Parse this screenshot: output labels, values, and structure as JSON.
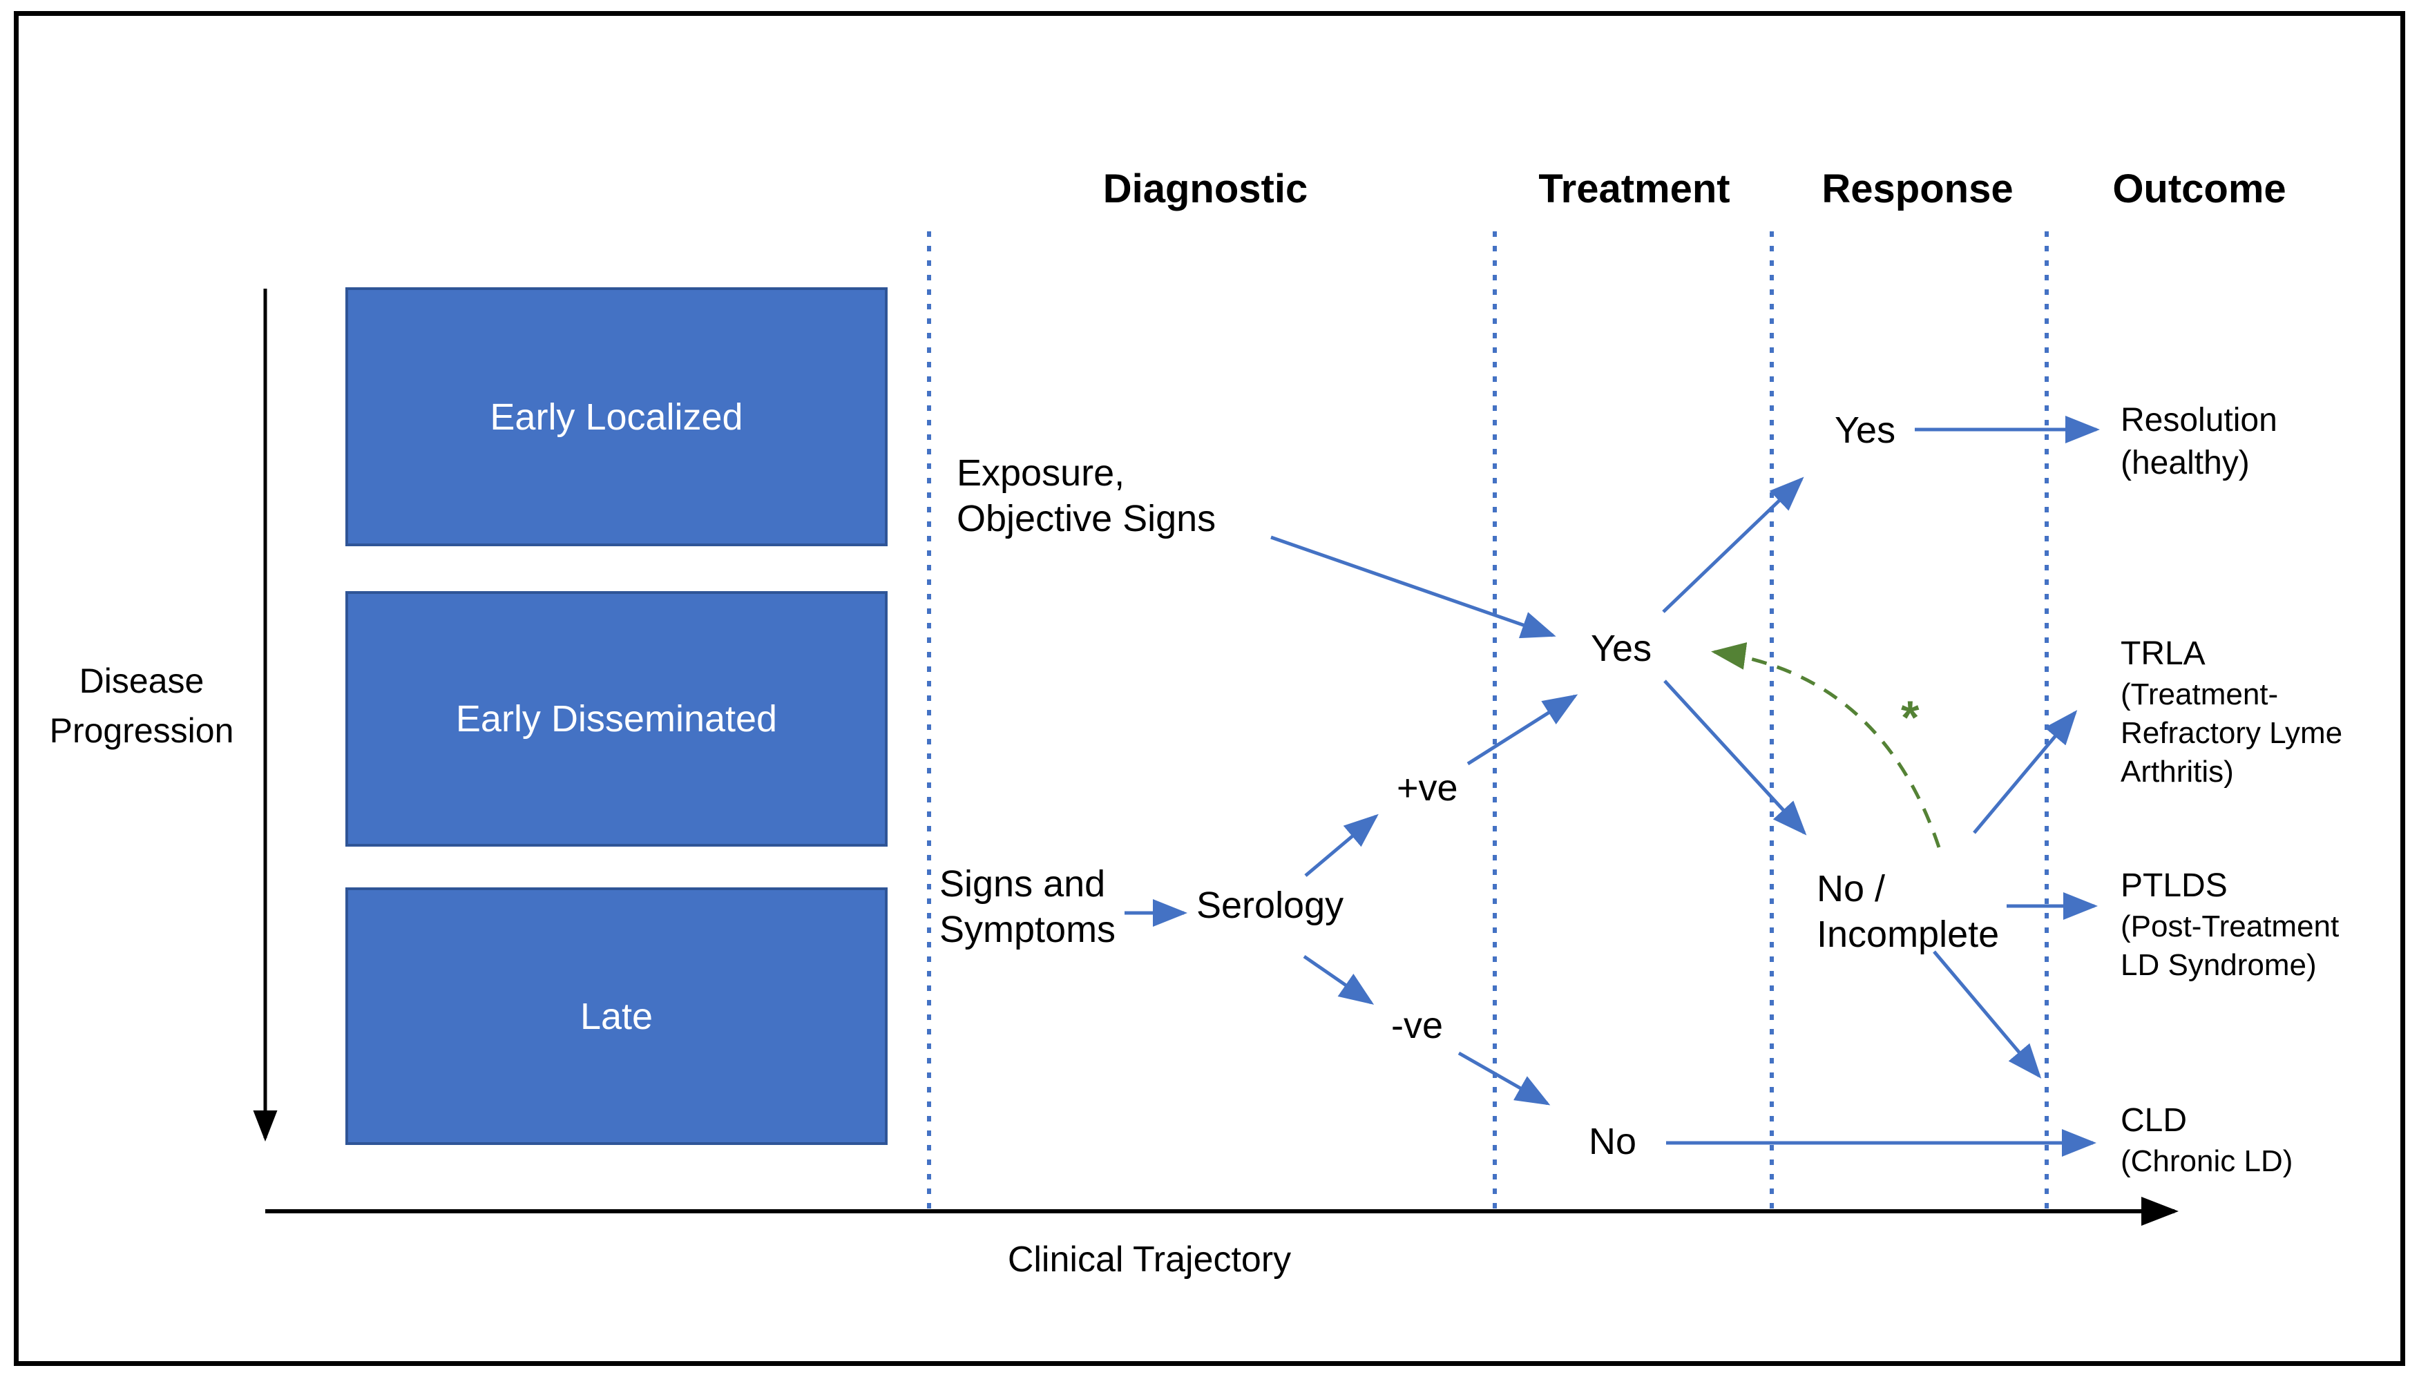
{
  "figure": {
    "columns": [
      {
        "label": "Diagnostic"
      },
      {
        "label": "Treatment"
      },
      {
        "label": "Response"
      },
      {
        "label": "Outcome"
      }
    ],
    "y_axis": {
      "line1": "Disease",
      "line2": "Progression"
    },
    "x_axis": {
      "label": "Clinical Trajectory"
    },
    "stages": [
      {
        "label": "Early Localized"
      },
      {
        "label": "Early Disseminated"
      },
      {
        "label": "Late"
      }
    ],
    "diagnostic": {
      "exposure_line1": "Exposure,",
      "exposure_line2": "Objective Signs",
      "signs_line1": "Signs and",
      "signs_line2": "Symptoms",
      "serology": "Serology",
      "positive": "+ve",
      "negative": "-ve"
    },
    "treatment": {
      "yes": "Yes",
      "no": "No"
    },
    "response": {
      "yes": "Yes",
      "no_line1": "No /",
      "no_line2": "Incomplete"
    },
    "outcomes": {
      "resolution_line1": "Resolution",
      "resolution_line2": "(healthy)",
      "trla_line1": "TRLA",
      "trla_line2": "(Treatment-",
      "trla_line3": "Refractory Lyme",
      "trla_line4": "Arthritis)",
      "ptlds_line1": "PTLDS",
      "ptlds_line2": "(Post-Treatment",
      "ptlds_line3": "LD Syndrome)",
      "cld_line1": "CLD",
      "cld_line2": "(Chronic LD)"
    },
    "annotations": {
      "asterisk": "*"
    },
    "colors": {
      "accent_blue": "#4472C4",
      "box_fill": "#4472C4",
      "box_border": "#2F5597",
      "green_dashed": "#548235",
      "text": "#000000",
      "box_text": "#FFFFFF"
    }
  }
}
